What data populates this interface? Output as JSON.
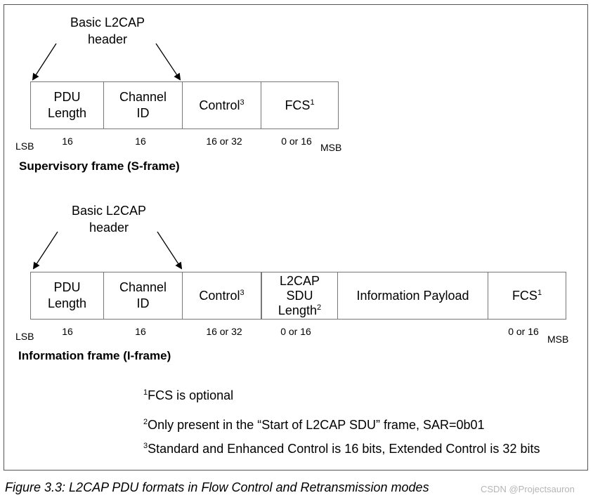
{
  "sframe": {
    "header_label_line1": "Basic L2CAP",
    "header_label_line2": "header",
    "fields": [
      {
        "label1": "PDU",
        "label2": "Length",
        "bits": "16"
      },
      {
        "label1": "Channel",
        "label2": "ID",
        "bits": "16"
      },
      {
        "label": "Control",
        "sup": "3",
        "bits": "16 or 32"
      },
      {
        "label": "FCS",
        "sup": "1",
        "bits": "0 or 16"
      }
    ],
    "lsb": "LSB",
    "msb": "MSB",
    "title": "Supervisory frame (S-frame)"
  },
  "iframe": {
    "header_label_line1": "Basic L2CAP",
    "header_label_line2": "header",
    "fields": [
      {
        "label1": "PDU",
        "label2": "Length",
        "bits": "16"
      },
      {
        "label1": "Channel",
        "label2": "ID",
        "bits": "16"
      },
      {
        "label": "Control",
        "sup": "3",
        "bits": "16 or 32"
      },
      {
        "label1": "L2CAP",
        "label2": "SDU",
        "label3": "Length",
        "sup": "2",
        "bits": "0 or 16"
      },
      {
        "label": "Information Payload",
        "bits": ""
      },
      {
        "label": "FCS",
        "sup": "1",
        "bits": "0 or 16"
      }
    ],
    "lsb": "LSB",
    "msb": "MSB",
    "title": "Information frame (I-frame)"
  },
  "notes": [
    {
      "sup": "1",
      "text": "FCS is optional"
    },
    {
      "sup": "2",
      "text": "Only present in the “Start of L2CAP SDU” frame, SAR=0b01"
    },
    {
      "sup": "3",
      "text": "Standard and Enhanced Control is 16 bits, Extended Control is 32 bits"
    }
  ],
  "caption": "Figure 3.3:  L2CAP PDU formats in Flow Control and Retransmission modes",
  "watermark": "CSDN @Projectsauron"
}
